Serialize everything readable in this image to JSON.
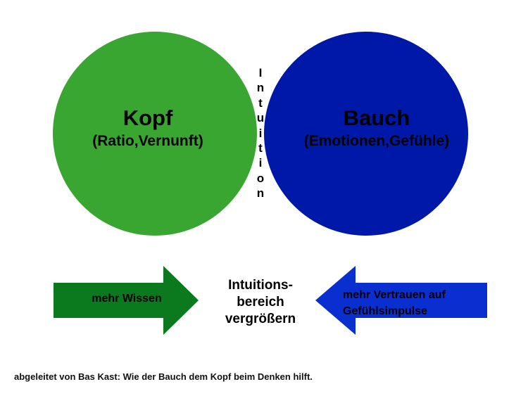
{
  "diagram": {
    "left_circle": {
      "title": "Kopf",
      "subtitle": "(Ratio,Vernunft)",
      "color": "#3aa632"
    },
    "right_circle": {
      "title": "Bauch",
      "subtitle": "(Emotionen,Gefühle)",
      "color": "#0018a8"
    },
    "overlap": {
      "label_letters": [
        "I",
        "n",
        "t",
        "u",
        "i",
        "t",
        "i",
        "o",
        "n"
      ],
      "color": "#ee6a10"
    },
    "left_arrow": {
      "label": "mehr Wissen",
      "color": "#0b7a1e"
    },
    "right_arrow": {
      "label": "mehr Vertrauen auf\nGefühlsimpulse",
      "color": "#0a2fd0"
    },
    "center_text": "Intuitions-\nbereich\nvergrößern"
  },
  "caption": "abgeleitet von Bas Kast: Wie der Bauch dem Kopf beim Denken hilft."
}
